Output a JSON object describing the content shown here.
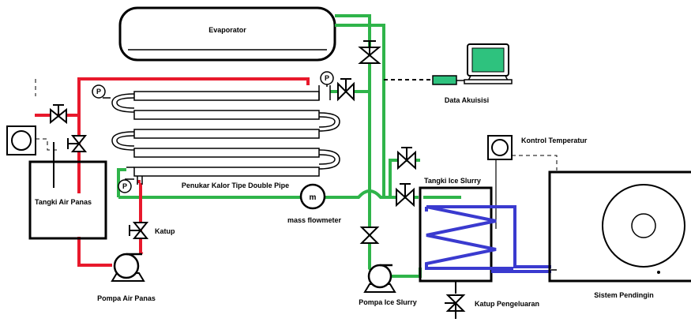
{
  "labels": {
    "evaporator": "Evaporator",
    "data_akuisisi": "Data Akuisisi",
    "kontrol_temperatur": "Kontrol Temperatur",
    "tangki_ice_slurry": "Tangki Ice Slurry",
    "penukar_kalor": "Penukar Kalor Tipe Double Pipe",
    "tangki_air_panas": "Tangki Air Panas",
    "katup": "Katup",
    "mass_flowmeter": "mass flowmeter",
    "pompa_air_panas": "Pompa Air Panas",
    "pompa_ice_slurry": "Pompa Ice Slurry",
    "katup_pengeluaran": "Katup Pengeluaran",
    "sistem_pendingin": "Sistem Pendingin",
    "pressure_symbol": "P",
    "flowmeter_symbol": "m"
  },
  "colors": {
    "hot_line": "#e8192c",
    "cold_line": "#2fb44a",
    "coil_line": "#3a3acf",
    "monitor_screen": "#2ec27e"
  }
}
